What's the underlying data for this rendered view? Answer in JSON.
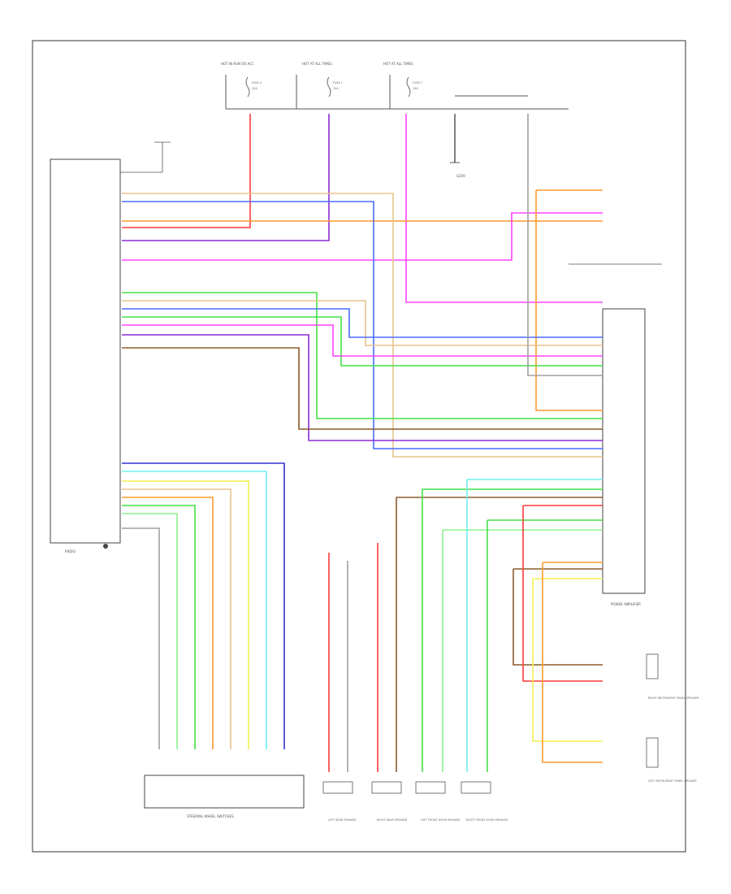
{
  "connectors": {
    "radio": {
      "label": "RADIO"
    },
    "steering_switches": {
      "label": "STEERING WHEEL SWITCHES"
    },
    "power_amplifier": {
      "label": "POWER AMPLIFIER"
    }
  },
  "fuses": [
    {
      "label": "HOT IN RUN OR ACC",
      "fuse": "FUSE 4",
      "amp": "20A"
    },
    {
      "label": "HOT AT ALL TIMES",
      "fuse": "FUSE 1",
      "amp": "15A"
    },
    {
      "label": "HOT AT ALL TIMES",
      "fuse": "FUSE 7",
      "amp": "15A"
    }
  ],
  "speakers": [
    {
      "label": "LEFT REAR SPEAKER"
    },
    {
      "label": "RIGHT REAR SPEAKER"
    },
    {
      "label": "LEFT FRONT DOOR SPEAKER"
    },
    {
      "label": "RIGHT FRONT DOOR SPEAKER"
    }
  ],
  "side_speakers": [
    {
      "label": "RIGHT INSTRUMENT PANEL SPEAKER"
    },
    {
      "label": "LEFT INSTRUMENT PANEL SPEAKER"
    }
  ],
  "grounds": [
    {
      "label": "G200"
    }
  ],
  "colors": {
    "red": "#ff3b3b",
    "purple": "#8c2bd6",
    "pink": "#ff44ff",
    "orange": "#ff9a2e",
    "tan": "#e8c48a",
    "blue": "#4a6cff",
    "green": "#44e044",
    "lightgreen": "#8ef08e",
    "brown": "#8b5a2b",
    "yellow": "#f4ee50",
    "cyan": "#6ff0f0",
    "gray": "#a0a0a0",
    "navy": "#3333cc",
    "dark": "#444444",
    "frame": "#555555"
  }
}
